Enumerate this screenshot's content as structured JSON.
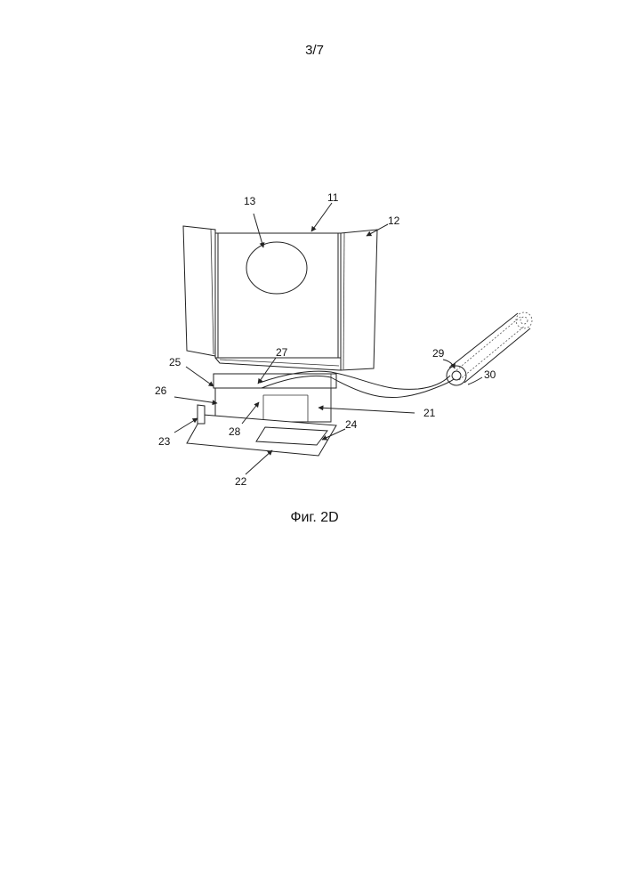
{
  "page": {
    "number": "3/7",
    "caption": "Фиг. 2D"
  },
  "labels": {
    "l11": "11",
    "l12": "12",
    "l13": "13",
    "l21": "21",
    "l22": "22",
    "l23": "23",
    "l24": "24",
    "l25": "25",
    "l26": "26",
    "l27": "27",
    "l28": "28",
    "l29": "29",
    "l30": "30"
  }
}
